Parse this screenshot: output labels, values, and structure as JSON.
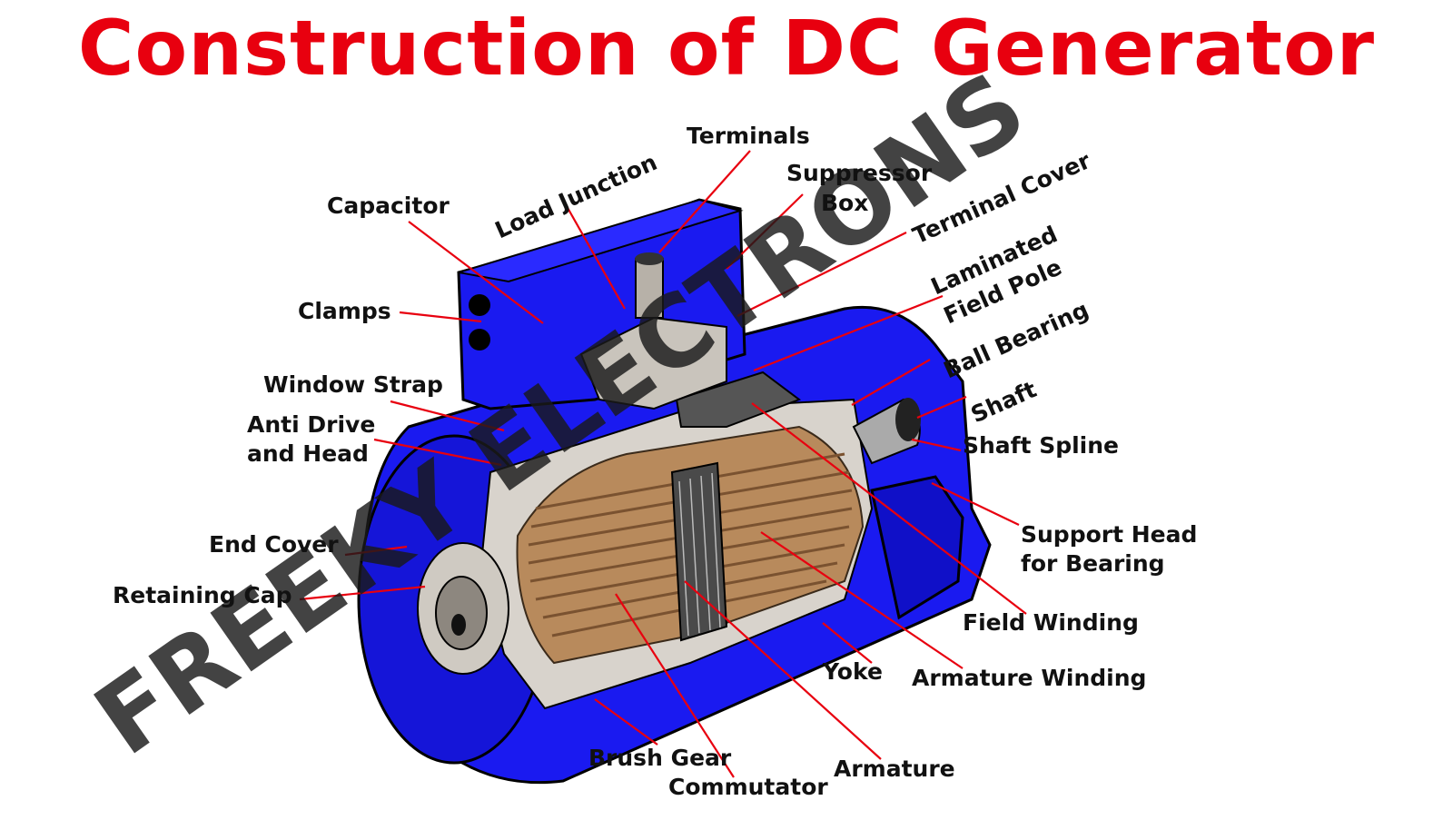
{
  "title": "Construction of DC Generator",
  "title_color": "#e8000f",
  "body_color": "#1a1af0",
  "leader_color": "#e8000f",
  "watermark": {
    "text": "FREEKY ELECTRONS",
    "color": "#222222"
  },
  "labels": {
    "terminals": "Terminals",
    "load_junction": "Load Junction",
    "capacitor": "Capacitor",
    "suppressor_box": [
      "Suppressor",
      "Box"
    ],
    "terminal_cover": "Terminal Cover",
    "laminated_field_pole": [
      "Laminated",
      "Field Pole"
    ],
    "ball_bearing": "Ball Bearing",
    "shaft": "Shaft",
    "shaft_spline": "Shaft Spline",
    "clamps": "Clamps",
    "window_strap": "Window Strap",
    "anti_drive_head": [
      "Anti Drive",
      "and Head"
    ],
    "end_cover": "End Cover",
    "retaining_cap": "Retaining Cap",
    "support_head": [
      "Support Head",
      "for Bearing"
    ],
    "field_winding": "Field Winding",
    "yoke": "Yoke",
    "armature_winding": "Armature Winding",
    "brush_gear": "Brush Gear",
    "commutator": "Commutator",
    "armature": "Armature"
  }
}
